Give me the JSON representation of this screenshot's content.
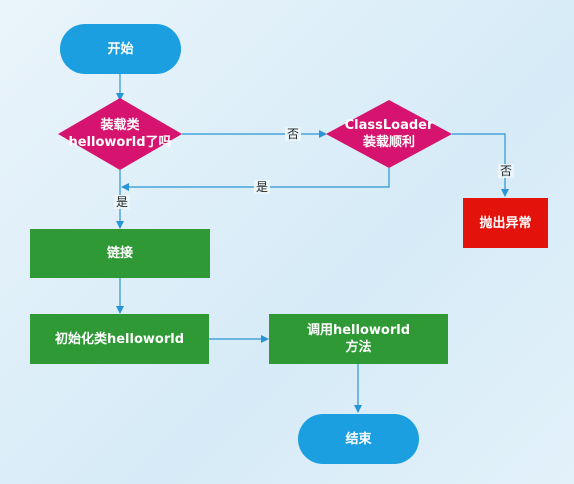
{
  "colors": {
    "terminal": "#1b9fe0",
    "decision": "#d6136e",
    "process": "#2f9a35",
    "error": "#e3120b",
    "edge": "#2a95d4"
  },
  "nodes": {
    "start": "开始",
    "decision_loaded": "装载类\nhelloworld了吗",
    "decision_classloader": "ClassLoader\n装载顺利",
    "throw_exception": "抛出异常",
    "link": "链接",
    "init_class": "初始化类helloworld",
    "call_method": "调用helloworld\n方法",
    "end": "结束"
  },
  "edge_labels": {
    "no_1": "否",
    "yes_back": "是",
    "yes_down": "是",
    "no_2": "否"
  }
}
